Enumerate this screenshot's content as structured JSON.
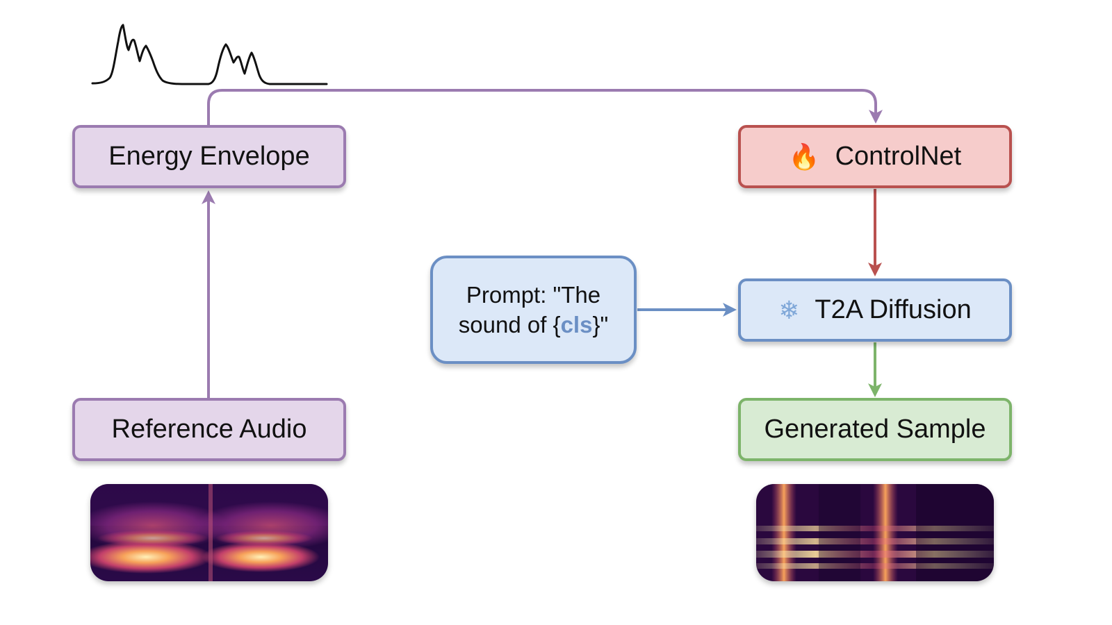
{
  "colors": {
    "purple_fill": "#e4d6ea",
    "purple_border": "#9b7bb0",
    "red_fill": "#f6cccb",
    "red_border": "#b9514f",
    "blue_fill": "#dce8f8",
    "blue_border": "#6b8fc4",
    "green_fill": "#d8ebd3",
    "green_border": "#7db46a",
    "cls_color": "#6b8fc4"
  },
  "nodes": {
    "energy_envelope": {
      "label": "Energy Envelope"
    },
    "reference_audio": {
      "label": "Reference Audio"
    },
    "controlnet": {
      "label": "ControlNet",
      "icon": "fire-icon"
    },
    "t2a_diffusion": {
      "label": "T2A Diffusion",
      "icon": "snowflake-icon"
    },
    "generated_sample": {
      "label": "Generated Sample"
    },
    "prompt": {
      "prefix": "Prompt: \"The sound of {",
      "cls": "cls",
      "suffix": "}\""
    }
  },
  "edges": [
    {
      "from": "reference_audio",
      "to": "energy_envelope",
      "color": "#9b7bb0"
    },
    {
      "from": "energy_envelope",
      "to": "controlnet",
      "color": "#9b7bb0"
    },
    {
      "from": "controlnet",
      "to": "t2a_diffusion",
      "color": "#b9514f"
    },
    {
      "from": "prompt",
      "to": "t2a_diffusion",
      "color": "#6b8fc4"
    },
    {
      "from": "t2a_diffusion",
      "to": "generated_sample",
      "color": "#7db46a"
    }
  ]
}
